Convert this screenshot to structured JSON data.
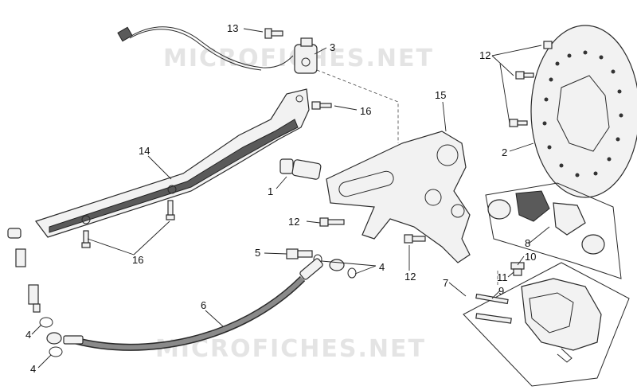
{
  "watermark": "MICROFICHES.NET",
  "callouts": {
    "c1": "1",
    "c2": "2",
    "c3": "3",
    "c4a": "4",
    "c4b": "4",
    "c4c": "4",
    "c5": "5",
    "c6": "6",
    "c7": "7",
    "c8": "8",
    "c9": "9",
    "c10": "10",
    "c11": "11",
    "c12a": "12",
    "c12b": "12",
    "c12c": "12",
    "c13": "13",
    "c14": "14",
    "c15": "15",
    "c16a": "16",
    "c16b": "16"
  }
}
